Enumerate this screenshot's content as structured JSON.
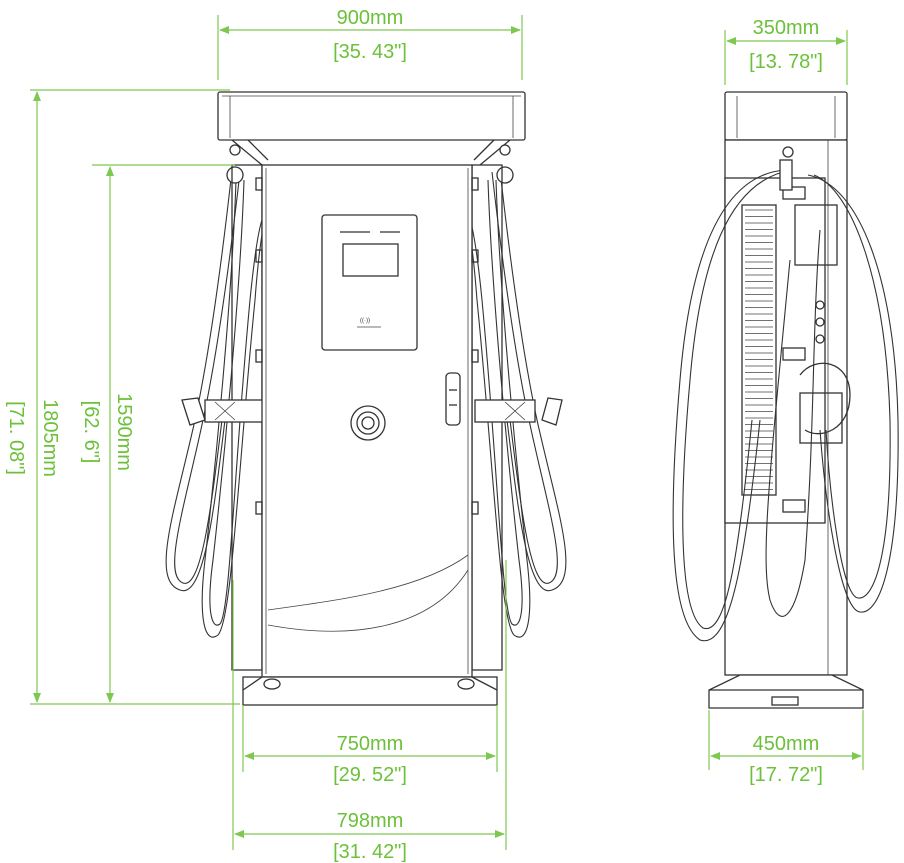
{
  "dimensions": {
    "front_width": {
      "mm": "900mm",
      "inch": "[35. 43\"]"
    },
    "front_height_total": {
      "mm": "1805mm",
      "inch": "[71. 08\"]"
    },
    "front_height_body": {
      "mm": "1590mm",
      "inch": "[62. 6\"]"
    },
    "front_base_inner": {
      "mm": "750mm",
      "inch": "[29. 52\"]"
    },
    "front_base_outer": {
      "mm": "798mm",
      "inch": "[31. 42\"]"
    },
    "side_width": {
      "mm": "350mm",
      "inch": "[13. 78\"]"
    },
    "side_base": {
      "mm": "450mm",
      "inch": "[17. 72\"]"
    }
  },
  "colors": {
    "dimension": "#7ec850",
    "line": "#333333"
  },
  "icons": {
    "rfid": "rfid-icon",
    "emergency": "emergency-stop-icon"
  }
}
